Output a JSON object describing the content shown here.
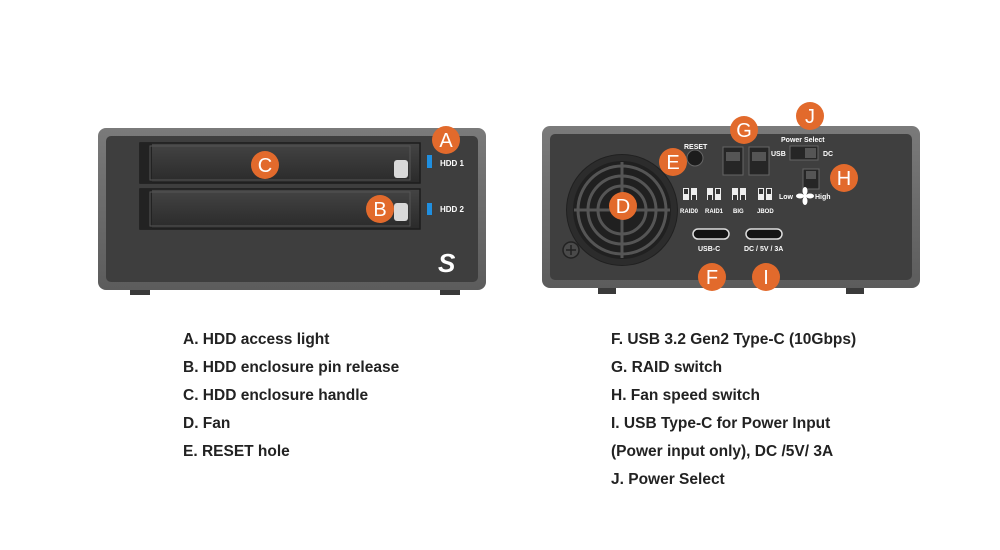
{
  "front_panel": {
    "hdd1_label": "HDD 1",
    "hdd2_label": "HDD 2",
    "logo": "S"
  },
  "back_panel": {
    "reset_label": "RESET",
    "power_select_label": "Power Select",
    "usb_label": "USB",
    "dc_label": "DC",
    "fan_low_label": "Low",
    "fan_high_label": "High",
    "raid_modes": [
      "RAID0",
      "RAID1",
      "BIG",
      "JBOD"
    ],
    "usbc_port_label": "USB-C",
    "dc_port_label": "DC / 5V / 3A"
  },
  "callouts": {
    "a": "A",
    "b": "B",
    "c": "C",
    "d": "D",
    "e": "E",
    "f": "F",
    "g": "G",
    "h": "H",
    "i": "I",
    "j": "J"
  },
  "colors": {
    "callout": "#e26a2c",
    "chassis": "#6a6a6a",
    "panel": "#3f3f3f",
    "led": "#1f8fe0"
  },
  "legend_left": [
    "A. HDD access light",
    "B. HDD enclosure pin release",
    "C. HDD enclosure handle",
    "D. Fan",
    "E. RESET hole"
  ],
  "legend_right": [
    "F. USB 3.2 Gen2 Type-C (10Gbps)",
    "G. RAID switch",
    "H. Fan speed switch",
    "I.  USB Type-C for Power Input",
    "(Power input only), DC /5V/ 3A",
    "J. Power Select"
  ]
}
